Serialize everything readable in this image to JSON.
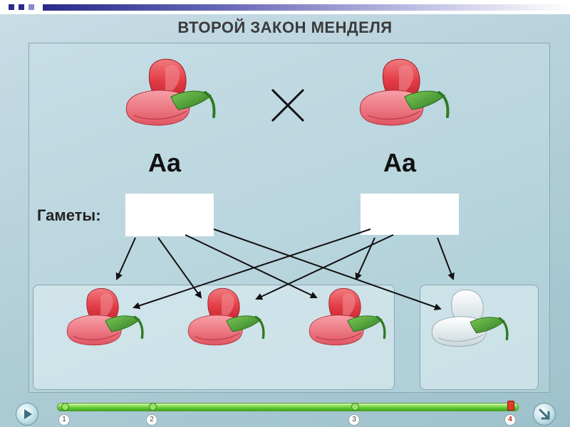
{
  "title": "ВТОРОЙ ЗАКОН МЕНДЕЛЯ",
  "parents": [
    {
      "genotype": "Aa",
      "flower_color": "red"
    },
    {
      "genotype": "Aa",
      "flower_color": "red"
    }
  ],
  "cross_symbol": "×",
  "gametes_label": "Гаметы:",
  "offspring": [
    {
      "flower_color": "red"
    },
    {
      "flower_color": "red"
    },
    {
      "flower_color": "red"
    },
    {
      "flower_color": "white"
    }
  ],
  "navigation": {
    "steps": [
      "1",
      "2",
      "3",
      "4"
    ],
    "current_step": "4"
  },
  "colors": {
    "flower_red": "#e8404a",
    "flower_white": "#eef4f6",
    "leaf_green": "#3c9a2c",
    "progress_green": "#6fd33a",
    "current_marker": "#e23b2b"
  },
  "icons": {
    "play": "play-icon",
    "next": "next-arrow-icon",
    "cross": "cross-icon"
  }
}
